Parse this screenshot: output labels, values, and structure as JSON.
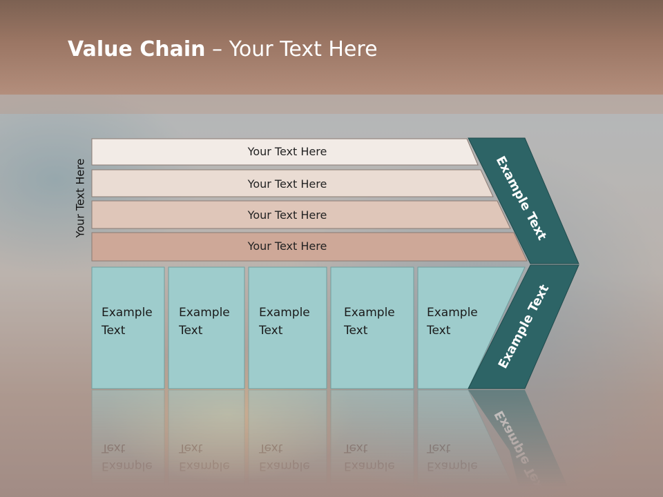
{
  "slide": {
    "title_bold": "Value Chain",
    "title_rest": " – Your Text Here",
    "side_label": "Your Text Here"
  },
  "bars": [
    {
      "label": "Your Text Here",
      "color": "#f2ebe6"
    },
    {
      "label": "Your Text Here",
      "color": "#eadcd3"
    },
    {
      "label": "Your Text Here",
      "color": "#dfc6b9"
    },
    {
      "label": "Your Text Here",
      "color": "#cea898"
    }
  ],
  "boxes": [
    {
      "line1": "Example",
      "line2": "Text"
    },
    {
      "line1": "Example",
      "line2": "Text"
    },
    {
      "line1": "Example",
      "line2": "Text"
    },
    {
      "line1": "Example",
      "line2": "Text"
    },
    {
      "line1": "Example",
      "line2": "Text"
    }
  ],
  "chevron": {
    "upper_label": "Example Text",
    "lower_label": "Example Text",
    "color": "#2d6466"
  },
  "colors": {
    "box_fill": "#9ecccc",
    "header": "#a4806d"
  }
}
